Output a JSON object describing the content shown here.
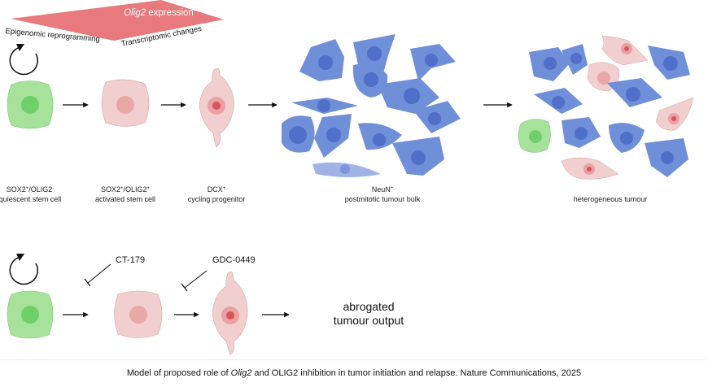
{
  "banner": {
    "gene": "Olig2",
    "word": "expression",
    "left_label": "Epigenomic reprogramming",
    "right_label": "Transcriptomic changes"
  },
  "stages": [
    {
      "marker": "SOX2",
      "marker_sup": "+",
      "marker2": "/OLIG2",
      "marker2_sup": "-",
      "desc": "quiescent stem cell"
    },
    {
      "marker": "SOX2",
      "marker_sup": "+",
      "marker2": "/OLIG2",
      "marker2_sup": "+",
      "desc": "activated stem cell"
    },
    {
      "marker": "DCX",
      "marker_sup": "+",
      "marker2": "",
      "marker2_sup": "",
      "desc": "cycling progenitor"
    },
    {
      "marker": "NeuN",
      "marker_sup": "+",
      "marker2": "",
      "marker2_sup": "",
      "desc": "postmitotic tumour bulk"
    },
    {
      "marker": "",
      "marker_sup": "",
      "marker2": "",
      "marker2_sup": "",
      "desc": "heterogeneous tumour"
    }
  ],
  "inhibitors": {
    "first": "CT-179",
    "second": "GDC-0449"
  },
  "outcome": {
    "line1": "abrogated",
    "line2": "tumour output"
  },
  "caption": {
    "before": "Model of proposed role of ",
    "gene": "Olig2",
    "after": " and OLIG2 inhibition in tumor initiation and relapse. Nature Communications, 2025"
  },
  "colors": {
    "stem_cell_fill": "#a6e29a",
    "stem_cell_nucleus": "#6fcf6a",
    "activated_fill": "#f1cfcf",
    "activated_nucleus": "#e9a7a7",
    "progenitor_nucleus": "#d9545c",
    "neuron_fill": "#6f8fd8",
    "neuron_nucleus": "#4f6fc8",
    "banner": "#e8797c"
  }
}
